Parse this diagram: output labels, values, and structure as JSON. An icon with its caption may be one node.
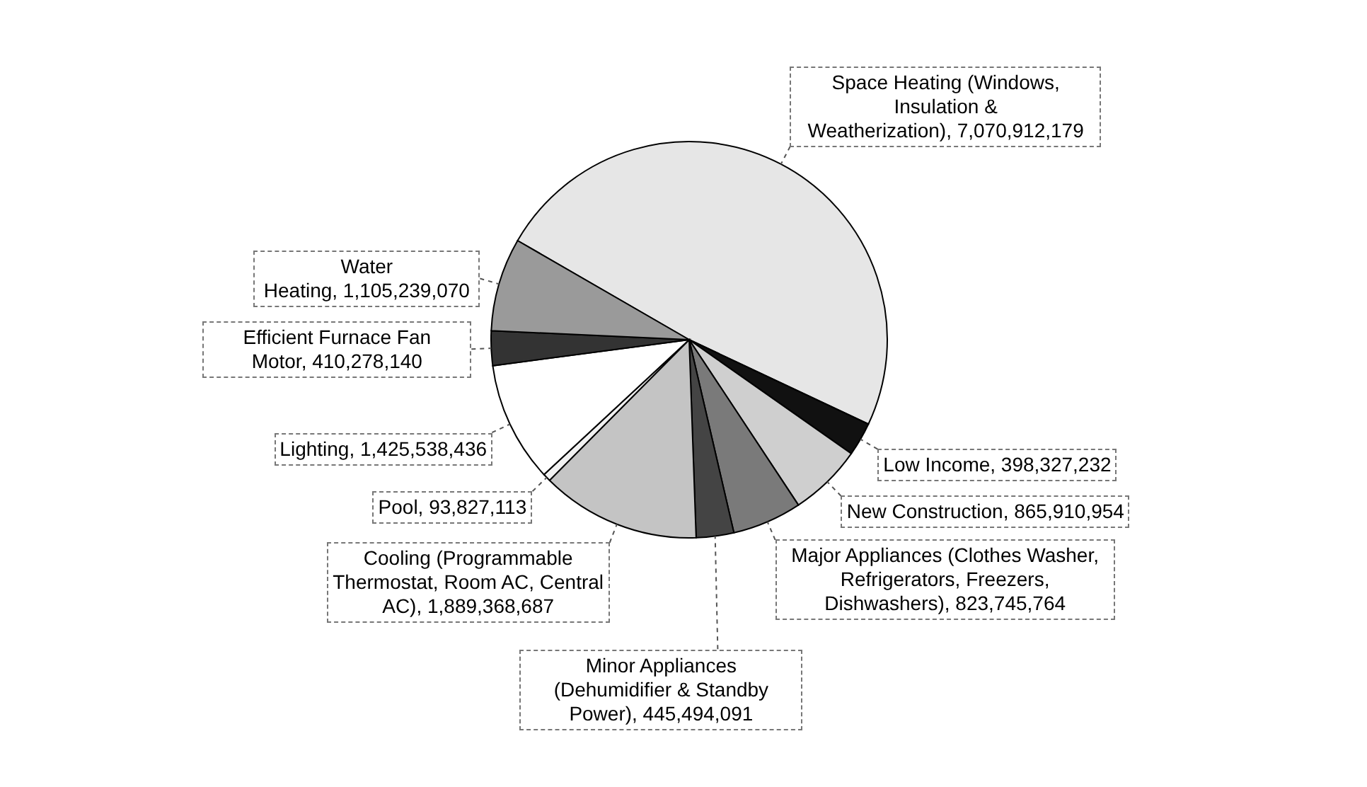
{
  "diagram": {
    "chart_data": {
      "type": "pie",
      "categories": [
        "Space Heating (Windows, Insulation & Weatherization)",
        "Low Income",
        "New Construction",
        "Major Appliances (Clothes Washer, Refrigerators, Freezers, Dishwashers)",
        "Minor Appliances (Dehumidifier & Standby Power)",
        "Cooling (Programmable Thermostat, Room AC, Central AC)",
        "Pool",
        "Lighting",
        "Efficient Furnace Fan Motor",
        "Water Heating"
      ],
      "values": [
        7070912179,
        398327232,
        865910954,
        823745764,
        445494091,
        1889368687,
        93827113,
        1425538436,
        410278140,
        1105239070
      ],
      "value_labels": [
        "7,070,912,179",
        "398,327,232",
        "865,910,954",
        "823,745,764",
        "445,494,091",
        "1,889,368,687",
        "93,827,113",
        "1,425,538,436",
        "410,278,140",
        "1,105,239,070"
      ]
    }
  }
}
